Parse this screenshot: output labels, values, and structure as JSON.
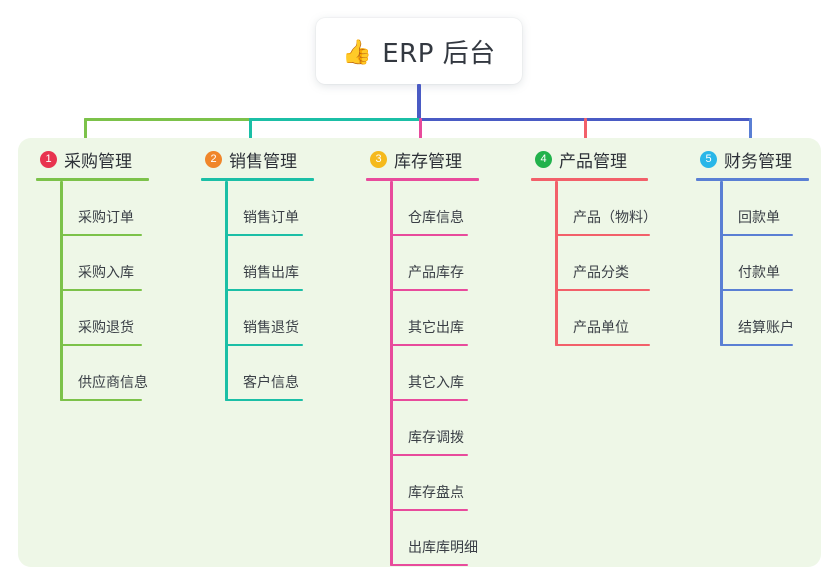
{
  "diagram": {
    "root": {
      "icon": "thumbs-up-icon",
      "icon_glyph": "👍",
      "title": "ERP 后台"
    },
    "panel_color": "#eef7e7",
    "trunk_color": "#4a5bc4",
    "columns": [
      {
        "number": "1",
        "title": "采购管理",
        "badge_color": "#e8334f",
        "line_color": "#7cc24a",
        "items": [
          "采购订单",
          "采购入库",
          "采购退货",
          "供应商信息"
        ]
      },
      {
        "number": "2",
        "title": "销售管理",
        "badge_color": "#f0862a",
        "line_color": "#1bbfa6",
        "items": [
          "销售订单",
          "销售出库",
          "销售退货",
          "客户信息"
        ]
      },
      {
        "number": "3",
        "title": "库存管理",
        "badge_color": "#f5b91c",
        "line_color": "#e84b9c",
        "items": [
          "仓库信息",
          "产品库存",
          "其它出库",
          "其它入库",
          "库存调拨",
          "库存盘点",
          "出库库明细"
        ]
      },
      {
        "number": "4",
        "title": "产品管理",
        "badge_color": "#22b24c",
        "line_color": "#f2606a",
        "items": [
          "产品（物料）",
          "产品分类",
          "产品单位"
        ]
      },
      {
        "number": "5",
        "title": "财务管理",
        "badge_color": "#29b6e8",
        "line_color": "#5a7fd4",
        "items": [
          "回款单",
          "付款单",
          "结算账户"
        ]
      }
    ]
  }
}
